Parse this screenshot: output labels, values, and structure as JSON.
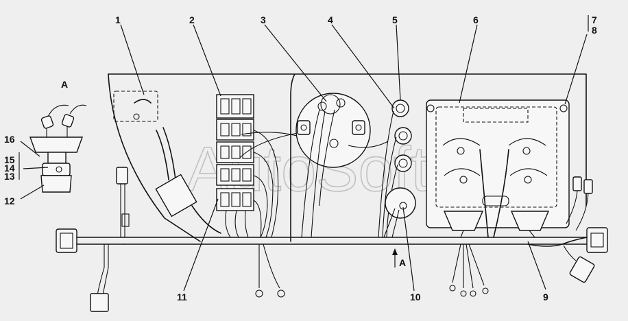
{
  "callouts": {
    "c1": "1",
    "c2": "2",
    "c3": "3",
    "c4": "4",
    "c5": "5",
    "c6": "6",
    "c7": "7",
    "c8": "8",
    "c9": "9",
    "c10": "10",
    "c11": "11",
    "c12": "12",
    "c13": "13",
    "c14": "14",
    "c15": "15",
    "c16": "16"
  },
  "view_labels": {
    "top": "A",
    "arrow": "A"
  },
  "watermark": "AutoSoft"
}
